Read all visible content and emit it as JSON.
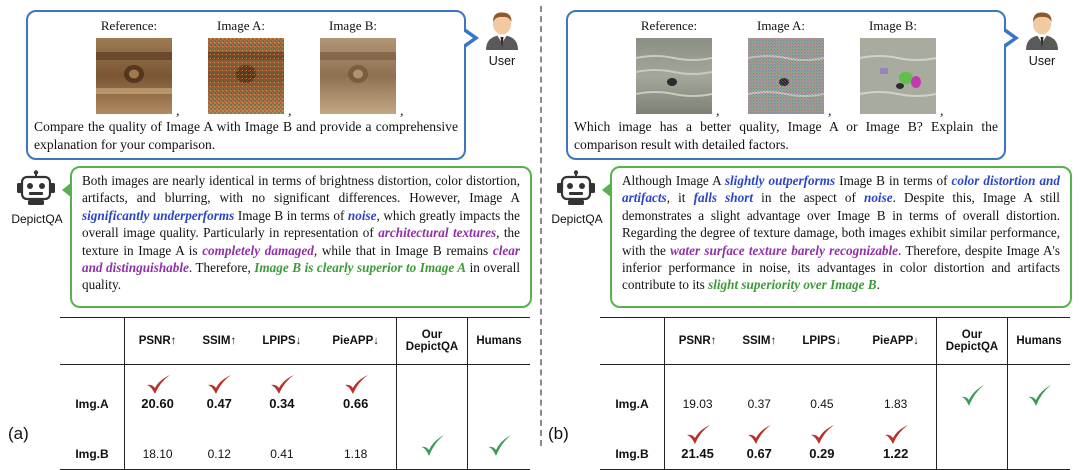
{
  "panels": {
    "a": {
      "label": "(a)",
      "thumb_labels": [
        "Reference:",
        "Image A:",
        "Image B:"
      ],
      "comma": ",",
      "question": "Compare the quality of Image A with Image B and provide a comprehensive explanation for your comparison.",
      "user_label": "User",
      "agent_label": "DepictQA",
      "answer": {
        "t1": "Both images are nearly identical in terms of brightness distortion, color distortion, artifacts, and blurring, with no significant differences. However, Image A ",
        "e1": "significantly underperforms",
        "t2": " Image B in terms of ",
        "e2": "noise",
        "t3": ", which greatly impacts the overall image quality. Particularly in representation of ",
        "e3": "architectural textures",
        "t4": ", the texture in Image A is ",
        "e4": "completely damaged",
        "t5": ", while that in Image B remains ",
        "e5": "clear and distinguishable",
        "t6": ". Therefore, ",
        "e6": "Image B is clearly superior to Image A",
        "t7": " in overall quality."
      },
      "table": {
        "headers": [
          "PSNR↑",
          "SSIM↑",
          "LPIPS↓",
          "PieAPP↓",
          "Our DepictQA",
          "Humans"
        ],
        "header_our_1": "Our",
        "header_our_2": "DepictQA",
        "rows": [
          {
            "name": "Img.A",
            "values": [
              "20.60",
              "0.47",
              "0.34",
              "0.66"
            ]
          },
          {
            "name": "Img.B",
            "values": [
              "18.10",
              "0.12",
              "0.41",
              "1.18"
            ]
          }
        ]
      }
    },
    "b": {
      "label": "(b)",
      "thumb_labels": [
        "Reference:",
        "Image A:",
        "Image B:"
      ],
      "comma": ",",
      "question": "Which image has a better quality, Image A or Image B? Explain the comparison result with detailed factors.",
      "user_label": "User",
      "agent_label": "DepictQA",
      "answer": {
        "t1": "Although Image A ",
        "e1": "slightly outperforms",
        "t2": " Image B in terms of ",
        "e2": "color distortion and artifacts",
        "t3": ", it ",
        "e3": "falls short",
        "t4": " in the aspect of ",
        "e4": "noise",
        "t5": ". Despite this, Image A still demonstrates a slight advantage over Image B in terms of overall distortion. Regarding the degree of texture damage, both images exhibit similar performance, with the ",
        "e5": "water surface texture barely recognizable",
        "t6": ". Therefore, despite Image A's inferior performance in noise, its advantages in color distortion and artifacts contribute to its ",
        "e6": "slight superiority over Image B",
        "t7": "."
      },
      "table": {
        "headers": [
          "PSNR↑",
          "SSIM↑",
          "LPIPS↓",
          "PieAPP↓",
          "Our DepictQA",
          "Humans"
        ],
        "header_our_1": "Our",
        "header_our_2": "DepictQA",
        "rows": [
          {
            "name": "Img.A",
            "values": [
              "19.03",
              "0.37",
              "0.45",
              "1.83"
            ]
          },
          {
            "name": "Img.B",
            "values": [
              "21.45",
              "0.67",
              "0.29",
              "1.22"
            ]
          }
        ]
      }
    }
  },
  "colors": {
    "user_box": "#3a76c4",
    "answer_box": "#57b14c",
    "emph_blue": "#2b45c8",
    "emph_purple": "#9030a8",
    "emph_green": "#3d9a3a",
    "tick_red": "#b8322a",
    "tick_green": "#3d9a5a"
  },
  "icons": [
    "user-avatar-icon",
    "robot-icon",
    "check-mark-icon"
  ]
}
